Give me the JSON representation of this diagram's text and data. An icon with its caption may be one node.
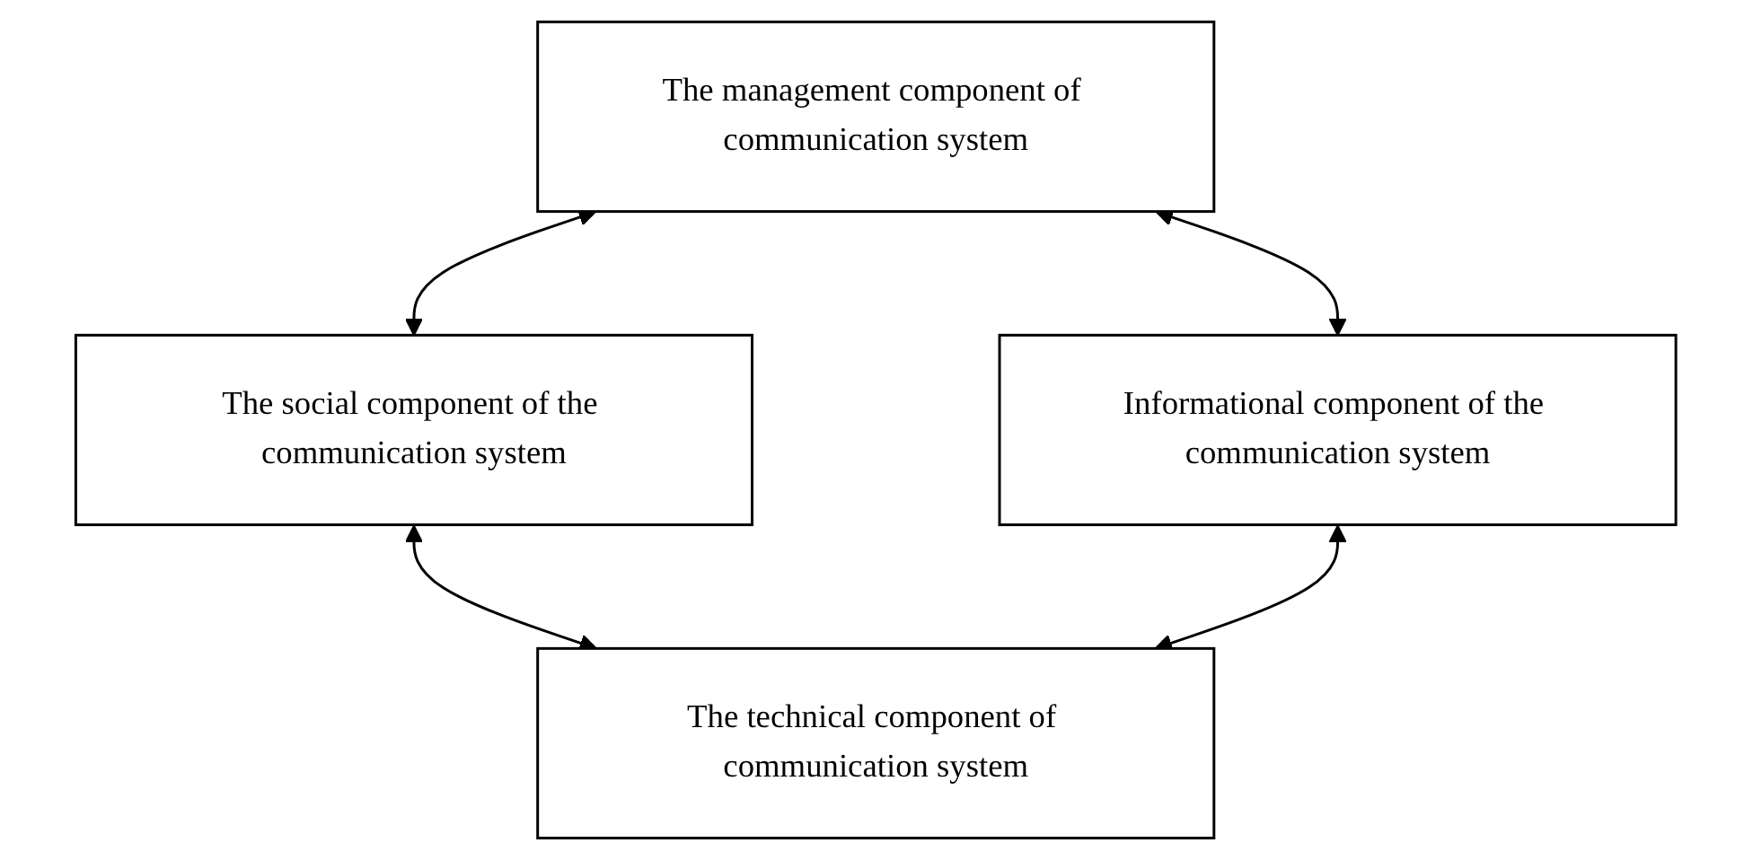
{
  "diagram": {
    "nodes": [
      {
        "text": [
          "The management component of communication system"
        ]
      },
      {
        "text": [
          "The social component of the communication system"
        ]
      },
      {
        "text": [
          "Informational component of the communication system"
        ]
      },
      {
        "text": [
          "The technical component of communication system"
        ]
      }
    ],
    "edges": [
      {
        "from": 0,
        "to": 1,
        "arrow": "both"
      },
      {
        "from": 0,
        "to": 2,
        "arrow": "both"
      },
      {
        "from": 1,
        "to": 3,
        "arrow": "both"
      },
      {
        "from": 2,
        "to": 3,
        "arrow": "both"
      }
    ]
  }
}
